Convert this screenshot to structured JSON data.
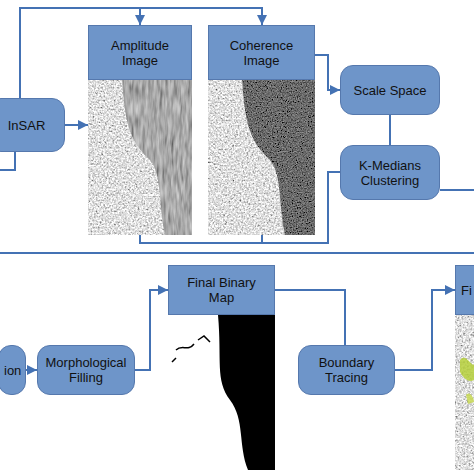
{
  "diagram": {
    "nodes": [
      {
        "text": [
          "InSAR"
        ]
      },
      {
        "text": [
          "Amplitude Image"
        ]
      },
      {
        "text": [
          "Coherence Image"
        ]
      },
      {
        "text": [
          "Scale Space"
        ]
      },
      {
        "text": [
          "K-Medians Clustering"
        ]
      },
      {
        "text": [
          "ion"
        ]
      },
      {
        "text": [
          "Morphological Filling"
        ]
      },
      {
        "text": [
          "Final Binary Map"
        ]
      },
      {
        "text": [
          "Boundary Tracing"
        ]
      },
      {
        "text": [
          "Fi"
        ]
      }
    ],
    "edges": [
      {
        "from": 0,
        "to": 1,
        "arrow": "to"
      },
      {
        "from": 0,
        "to": 1,
        "arrow": "to"
      },
      {
        "from": 0,
        "to": 2,
        "arrow": "to"
      },
      {
        "from": 2,
        "to": 3,
        "arrow": "to"
      },
      {
        "from": 3,
        "to": 4,
        "arrow": "none"
      },
      {
        "from": 1,
        "to": 4,
        "arrow": "none"
      },
      {
        "from": 2,
        "to": 4,
        "arrow": "none"
      },
      {
        "from": 5,
        "to": 6,
        "arrow": "to"
      },
      {
        "from": 6,
        "to": 7,
        "arrow": "to"
      },
      {
        "from": 7,
        "to": 8,
        "arrow": "none"
      },
      {
        "from": 8,
        "to": 9,
        "arrow": "to"
      }
    ]
  }
}
